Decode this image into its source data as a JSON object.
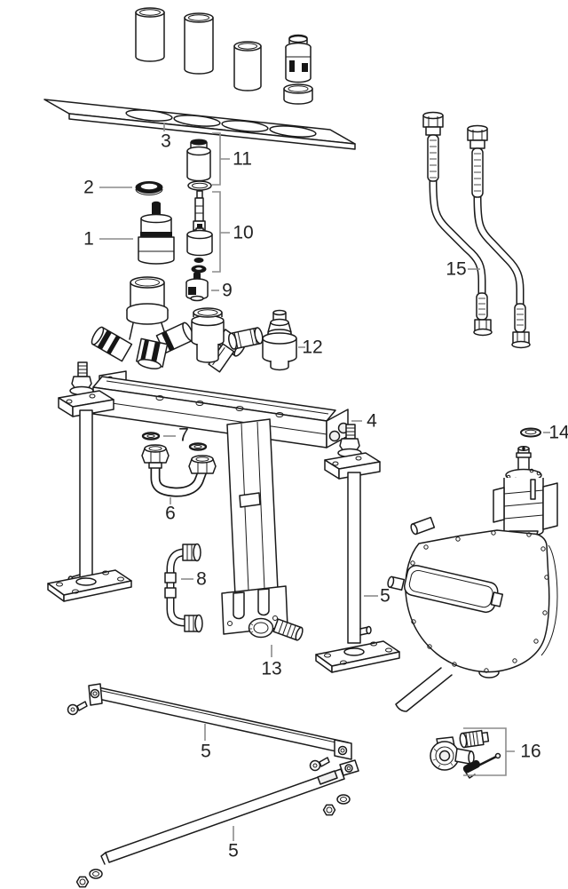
{
  "diagram": {
    "kind": "exploded-parts-diagram",
    "background_color": "#ffffff",
    "line_color": "#1a1a1a",
    "leader_color": "#8c8c8c",
    "dark_fill": "#161616",
    "part_count_shown": 16
  },
  "callouts": [
    {
      "label": "1"
    },
    {
      "label": "2"
    },
    {
      "label": "3"
    },
    {
      "label": "4"
    },
    {
      "label": "5"
    },
    {
      "label": "5"
    },
    {
      "label": "5"
    },
    {
      "label": "6"
    },
    {
      "label": "7"
    },
    {
      "label": "8"
    },
    {
      "label": "9"
    },
    {
      "label": "10"
    },
    {
      "label": "11"
    },
    {
      "label": "12"
    },
    {
      "label": "13"
    },
    {
      "label": "14"
    },
    {
      "label": "15"
    },
    {
      "label": "16"
    }
  ]
}
